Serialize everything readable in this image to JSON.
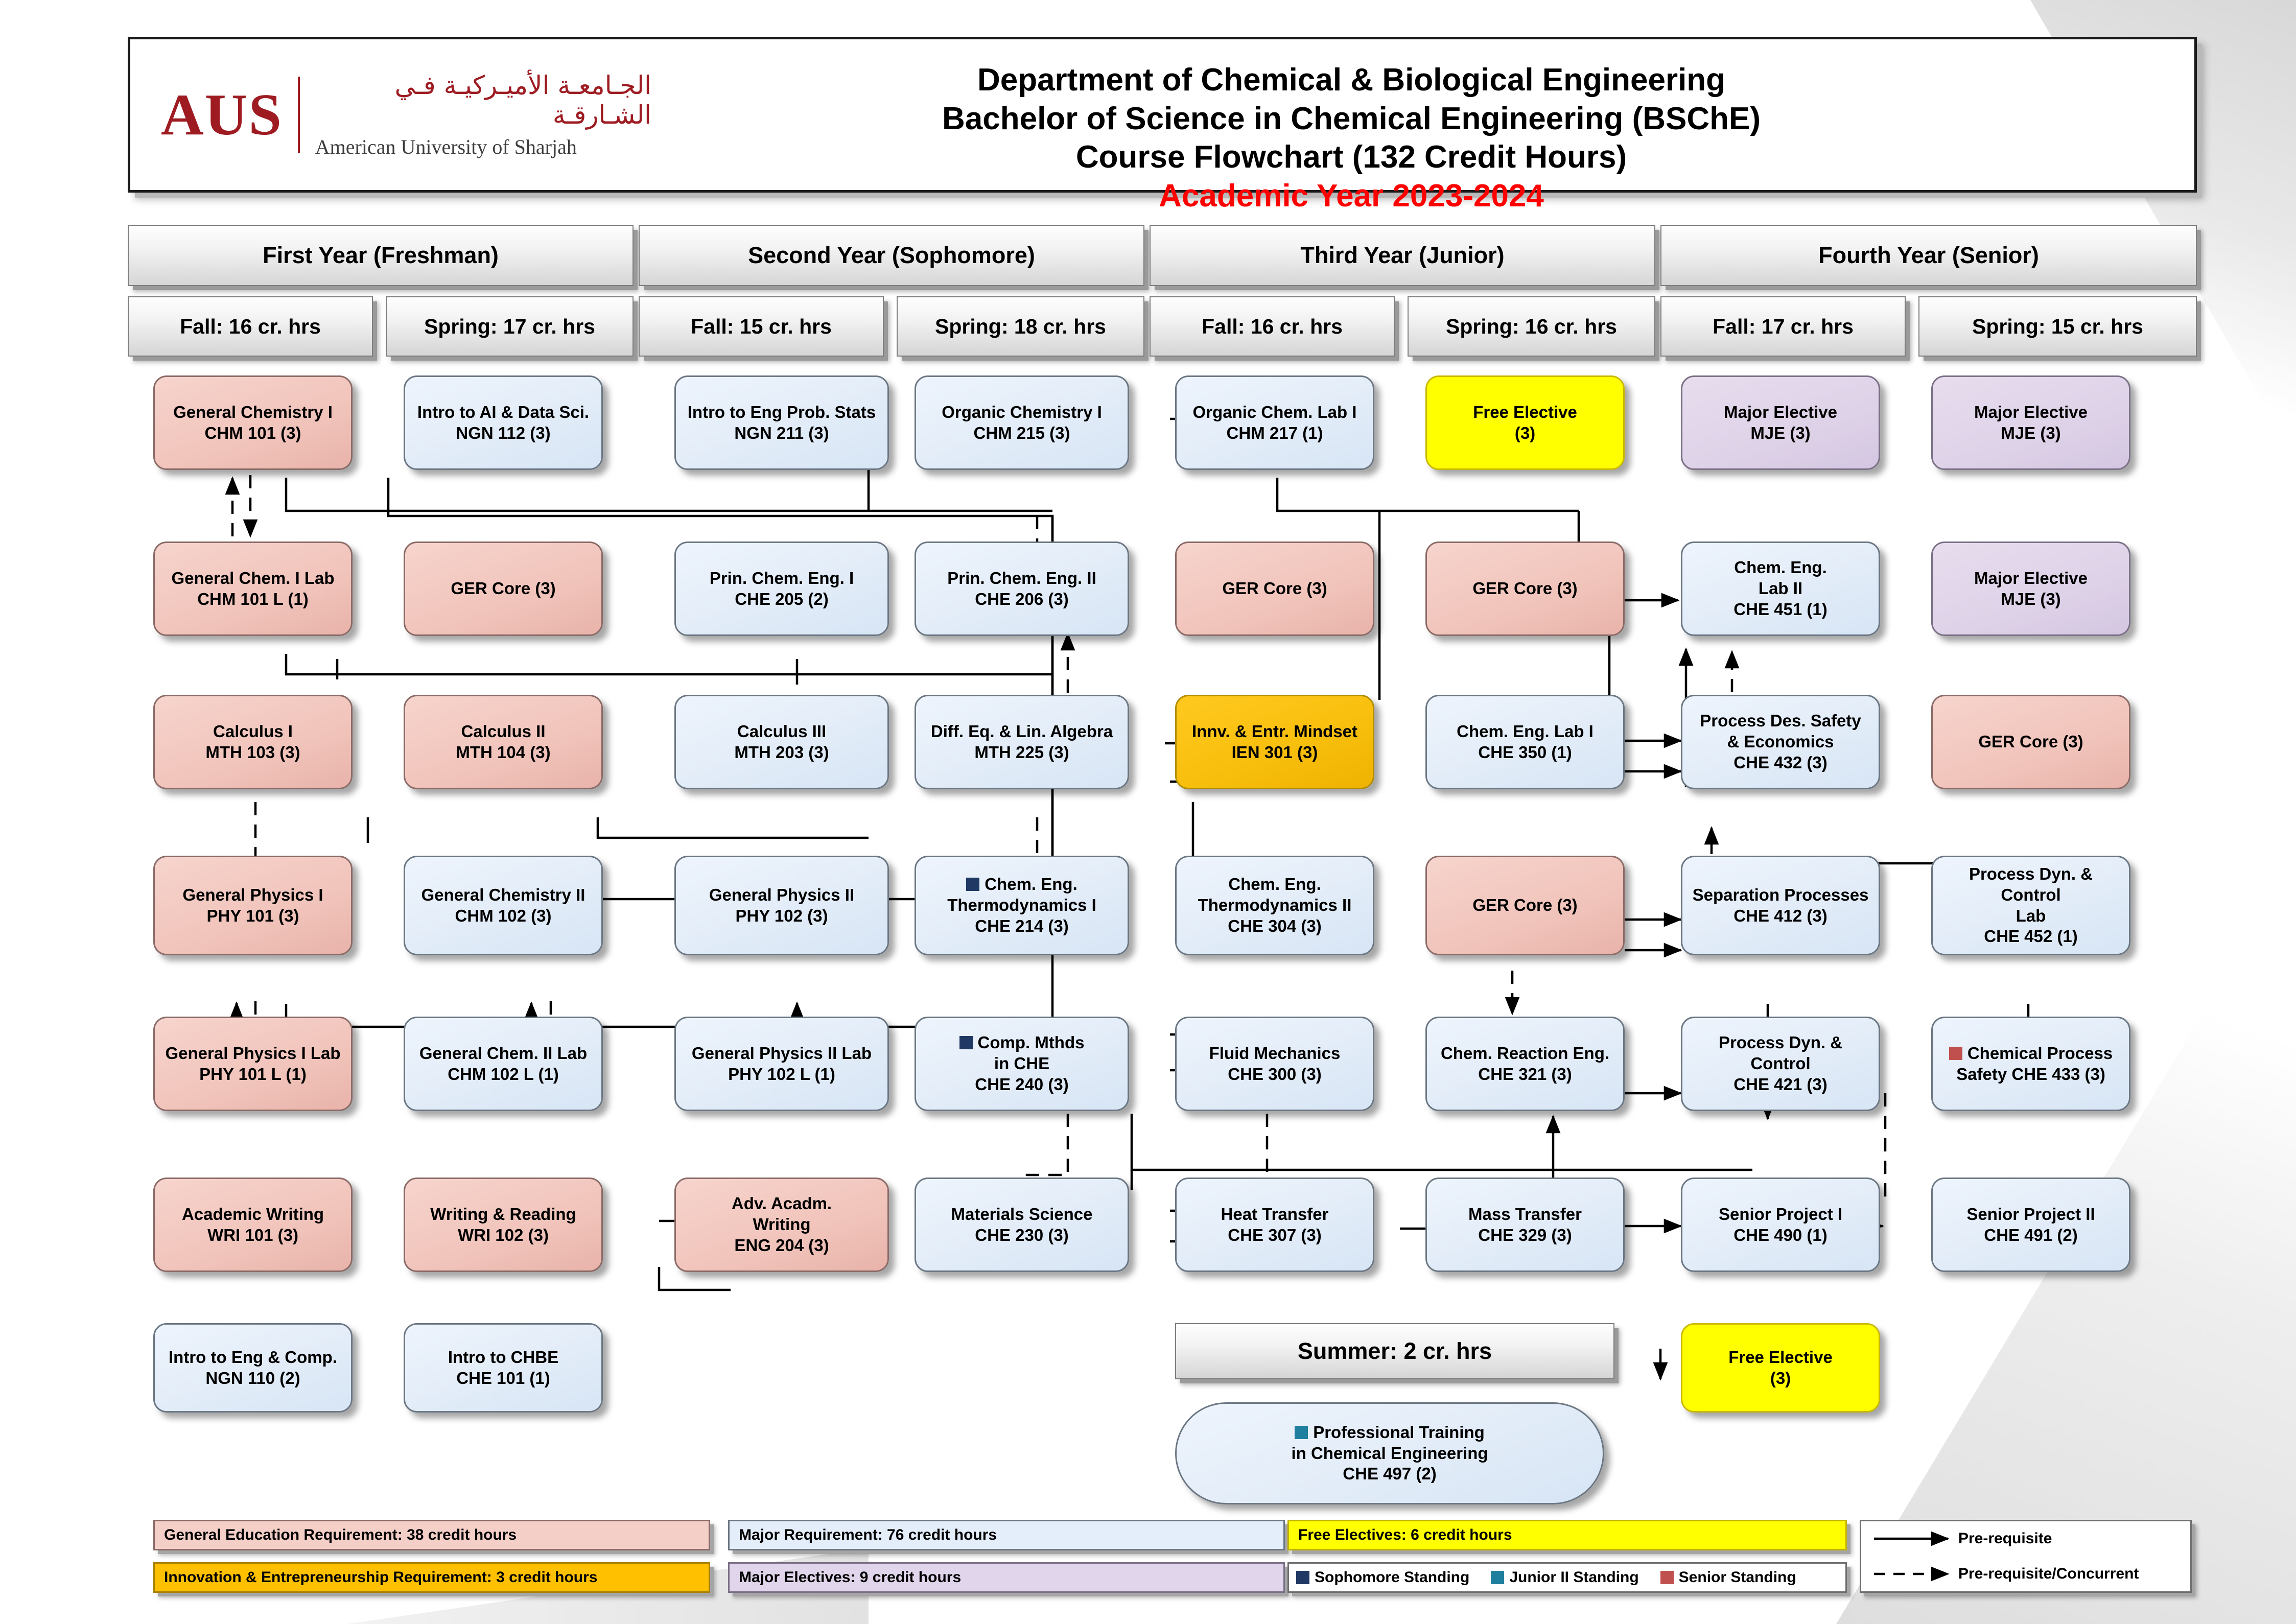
{
  "header": {
    "logo": {
      "acronym": "AUS",
      "arabic": "الجـامعـة الأميـركيـة فـي الشـارقـة",
      "english": "American University of Sharjah"
    },
    "line1": "Department of Chemical & Biological Engineering",
    "line2": "Bachelor of Science in Chemical Engineering (BSChE)",
    "line3": "Course Flowchart (132 Credit Hours)",
    "line4": "Academic Year 2023-2024"
  },
  "years": [
    {
      "label": "First Year (Freshman)"
    },
    {
      "label": "Second Year (Sophomore)"
    },
    {
      "label": "Third Year (Junior)"
    },
    {
      "label": "Fourth Year (Senior)"
    }
  ],
  "semesters": [
    {
      "label": "Fall: 16 cr. hrs"
    },
    {
      "label": "Spring: 17 cr. hrs"
    },
    {
      "label": "Fall: 15 cr. hrs"
    },
    {
      "label": "Spring: 18 cr. hrs"
    },
    {
      "label": "Fall: 16 cr. hrs"
    },
    {
      "label": "Spring: 16 cr. hrs"
    },
    {
      "label": "Fall: 17 cr. hrs"
    },
    {
      "label": "Spring: 15 cr. hrs"
    }
  ],
  "summer": {
    "label": "Summer: 2 cr. hrs"
  },
  "courses": [
    {
      "id": "chm101",
      "col": 1,
      "row": 1,
      "title": "General Chemistry I",
      "code": "CHM 101 (3)",
      "type": "ger"
    },
    {
      "id": "ngn112",
      "col": 2,
      "row": 1,
      "title": "Intro to AI & Data Sci.",
      "code": "NGN 112 (3)",
      "type": "major"
    },
    {
      "id": "ngn211",
      "col": 3,
      "row": 1,
      "title": "Intro to Eng Prob. Stats",
      "code": "NGN 211 (3)",
      "type": "major"
    },
    {
      "id": "chm215",
      "col": 4,
      "row": 1,
      "title": "Organic Chemistry I",
      "code": "CHM 215 (3)",
      "type": "major"
    },
    {
      "id": "chm217",
      "col": 5,
      "row": 1,
      "title": "Organic Chem. Lab I",
      "code": "CHM 217 (1)",
      "type": "major"
    },
    {
      "id": "free1",
      "col": 6,
      "row": 1,
      "title": "Free Elective",
      "code": "(3)",
      "type": "free"
    },
    {
      "id": "mje1",
      "col": 7,
      "row": 1,
      "title": "Major Elective",
      "code": "MJE (3)",
      "type": "mje"
    },
    {
      "id": "mje2",
      "col": 8,
      "row": 1,
      "title": "Major Elective",
      "code": "MJE (3)",
      "type": "mje"
    },
    {
      "id": "chm101l",
      "col": 1,
      "row": 2,
      "title": "General Chem. I Lab",
      "code": "CHM 101 L (1)",
      "type": "ger"
    },
    {
      "id": "gerA",
      "col": 2,
      "row": 2,
      "title": "GER Core (3)",
      "code": "",
      "type": "ger"
    },
    {
      "id": "che205",
      "col": 3,
      "row": 2,
      "title": "Prin. Chem. Eng. I",
      "code": "CHE 205 (2)",
      "type": "major"
    },
    {
      "id": "che206",
      "col": 4,
      "row": 2,
      "title": "Prin. Chem. Eng. II",
      "code": "CHE 206 (3)",
      "type": "major"
    },
    {
      "id": "gerB",
      "col": 5,
      "row": 2,
      "title": "GER Core (3)",
      "code": "",
      "type": "ger"
    },
    {
      "id": "gerC",
      "col": 6,
      "row": 2,
      "title": "GER Core (3)",
      "code": "",
      "type": "ger"
    },
    {
      "id": "che451",
      "col": 7,
      "row": 2,
      "title": "Chem. Eng.\nLab II",
      "code": "CHE 451 (1)",
      "type": "major"
    },
    {
      "id": "mje3",
      "col": 8,
      "row": 2,
      "title": "Major Elective",
      "code": "MJE (3)",
      "type": "mje"
    },
    {
      "id": "mth103",
      "col": 1,
      "row": 3,
      "title": "Calculus I",
      "code": "MTH 103 (3)",
      "type": "ger"
    },
    {
      "id": "mth104",
      "col": 2,
      "row": 3,
      "title": "Calculus II",
      "code": "MTH 104 (3)",
      "type": "ger"
    },
    {
      "id": "mth203",
      "col": 3,
      "row": 3,
      "title": "Calculus III",
      "code": "MTH 203 (3)",
      "type": "major"
    },
    {
      "id": "mth225",
      "col": 4,
      "row": 3,
      "title": "Diff. Eq. & Lin. Algebra",
      "code": "MTH 225 (3)",
      "type": "major"
    },
    {
      "id": "ien301",
      "col": 5,
      "row": 3,
      "title": "Innv. & Entr. Mindset",
      "code": "IEN 301 (3)",
      "type": "ien"
    },
    {
      "id": "che350",
      "col": 6,
      "row": 3,
      "title": "Chem. Eng. Lab I",
      "code": "CHE 350 (1)",
      "type": "major"
    },
    {
      "id": "che432",
      "col": 7,
      "row": 3,
      "title": "Process Des. Safety\n& Economics",
      "code": "CHE 432 (3)",
      "type": "major"
    },
    {
      "id": "gerD",
      "col": 8,
      "row": 3,
      "title": "GER Core (3)",
      "code": "",
      "type": "ger"
    },
    {
      "id": "phy101",
      "col": 1,
      "row": 4,
      "title": "General Physics I",
      "code": "PHY 101 (3)",
      "type": "ger"
    },
    {
      "id": "chm102",
      "col": 2,
      "row": 4,
      "title": "General Chemistry II",
      "code": "CHM 102 (3)",
      "type": "major"
    },
    {
      "id": "phy102",
      "col": 3,
      "row": 4,
      "title": "General Physics II",
      "code": "PHY 102 (3)",
      "type": "major"
    },
    {
      "id": "che214",
      "col": 4,
      "row": 4,
      "title": "Chem. Eng.\nThermodynamics I",
      "code": "CHE 214 (3)",
      "type": "major",
      "marker": "sophomore"
    },
    {
      "id": "che304",
      "col": 5,
      "row": 4,
      "title": "Chem. Eng.\nThermodynamics II",
      "code": "CHE 304 (3)",
      "type": "major"
    },
    {
      "id": "gerE",
      "col": 6,
      "row": 4,
      "title": "GER Core (3)",
      "code": "",
      "type": "ger"
    },
    {
      "id": "che412",
      "col": 7,
      "row": 4,
      "title": "Separation Processes",
      "code": "CHE 412 (3)",
      "type": "major"
    },
    {
      "id": "che452",
      "col": 8,
      "row": 4,
      "title": "Process Dyn. & Control\nLab",
      "code": "CHE 452 (1)",
      "type": "major"
    },
    {
      "id": "phy101l",
      "col": 1,
      "row": 5,
      "title": "General Physics I Lab",
      "code": "PHY 101 L (1)",
      "type": "ger"
    },
    {
      "id": "chm102l",
      "col": 2,
      "row": 5,
      "title": "General Chem. II Lab",
      "code": "CHM 102 L (1)",
      "type": "major"
    },
    {
      "id": "phy102l",
      "col": 3,
      "row": 5,
      "title": "General Physics II Lab",
      "code": "PHY 102 L (1)",
      "type": "major"
    },
    {
      "id": "che240",
      "col": 4,
      "row": 5,
      "title": "Comp. Mthds\nin CHE",
      "code": "CHE 240 (3)",
      "type": "major",
      "marker": "sophomore"
    },
    {
      "id": "che300",
      "col": 5,
      "row": 5,
      "title": "Fluid Mechanics",
      "code": "CHE 300 (3)",
      "type": "major"
    },
    {
      "id": "che321",
      "col": 6,
      "row": 5,
      "title": "Chem. Reaction Eng.",
      "code": "CHE 321 (3)",
      "type": "major"
    },
    {
      "id": "che421",
      "col": 7,
      "row": 5,
      "title": "Process Dyn. & Control",
      "code": "CHE 421 (3)",
      "type": "major"
    },
    {
      "id": "che433",
      "col": 8,
      "row": 5,
      "title": "Chemical Process",
      "code": "Safety CHE 433 (3)",
      "type": "major",
      "marker": "senior",
      "inlineMarker": true
    },
    {
      "id": "wri101",
      "col": 1,
      "row": 6,
      "title": "Academic Writing",
      "code": "WRI 101 (3)",
      "type": "ger"
    },
    {
      "id": "wri102",
      "col": 2,
      "row": 6,
      "title": "Writing & Reading",
      "code": "WRI 102 (3)",
      "type": "ger"
    },
    {
      "id": "eng204",
      "col": 3,
      "row": 6,
      "title": "Adv. Acadm.\nWriting",
      "code": "ENG 204 (3)",
      "type": "ger"
    },
    {
      "id": "che230",
      "col": 4,
      "row": 6,
      "title": "Materials Science",
      "code": "CHE 230 (3)",
      "type": "major"
    },
    {
      "id": "che307",
      "col": 5,
      "row": 6,
      "title": "Heat Transfer",
      "code": "CHE 307 (3)",
      "type": "major"
    },
    {
      "id": "che329",
      "col": 6,
      "row": 6,
      "title": "Mass Transfer",
      "code": "CHE 329 (3)",
      "type": "major"
    },
    {
      "id": "che490",
      "col": 7,
      "row": 6,
      "title": "Senior Project I",
      "code": "CHE 490 (1)",
      "type": "major"
    },
    {
      "id": "che491",
      "col": 8,
      "row": 6,
      "title": "Senior Project II",
      "code": "CHE 491 (2)",
      "type": "major"
    },
    {
      "id": "ngn110",
      "col": 1,
      "row": 7,
      "title": "Intro to Eng & Comp.",
      "code": "NGN 110 (2)",
      "type": "major"
    },
    {
      "id": "che101",
      "col": 2,
      "row": 7,
      "title": "Intro to CHBE",
      "code": "CHE 101 (1)",
      "type": "major"
    },
    {
      "id": "free2",
      "col": 7,
      "row": 7,
      "title": "Free Elective",
      "code": "(3)",
      "type": "free"
    }
  ],
  "summer_course": {
    "title": "Professional Training",
    "line2": "in Chemical Engineering",
    "code": "CHE 497 (2)",
    "marker": "junior2"
  },
  "legend": {
    "ger": "General Education Requirement: 38 credit hours",
    "ien": "Innovation & Entrepreneurship Requirement: 3 credit hours",
    "major": "Major Requirement: 76 credit hours",
    "mje": "Major Electives: 9 credit hours",
    "free": "Free Electives: 6 credit hours",
    "standings": [
      {
        "label": "Sophomore Standing",
        "color": "#1f3864"
      },
      {
        "label": "Junior II Standing",
        "color": "#1f7f9e"
      },
      {
        "label": "Senior Standing",
        "color": "#c0504d"
      }
    ],
    "prereq": "Pre-requisite",
    "prereq_conc": "Pre-requisite/Concurrent"
  },
  "colors": {
    "ger": "#f1c4bb",
    "major": "#e2ecf8",
    "mje": "#ded2e8",
    "free": "#ffff00",
    "ien": "#f8be0c",
    "accent_red": "#ff0000",
    "logo_red": "#9e1b22"
  }
}
